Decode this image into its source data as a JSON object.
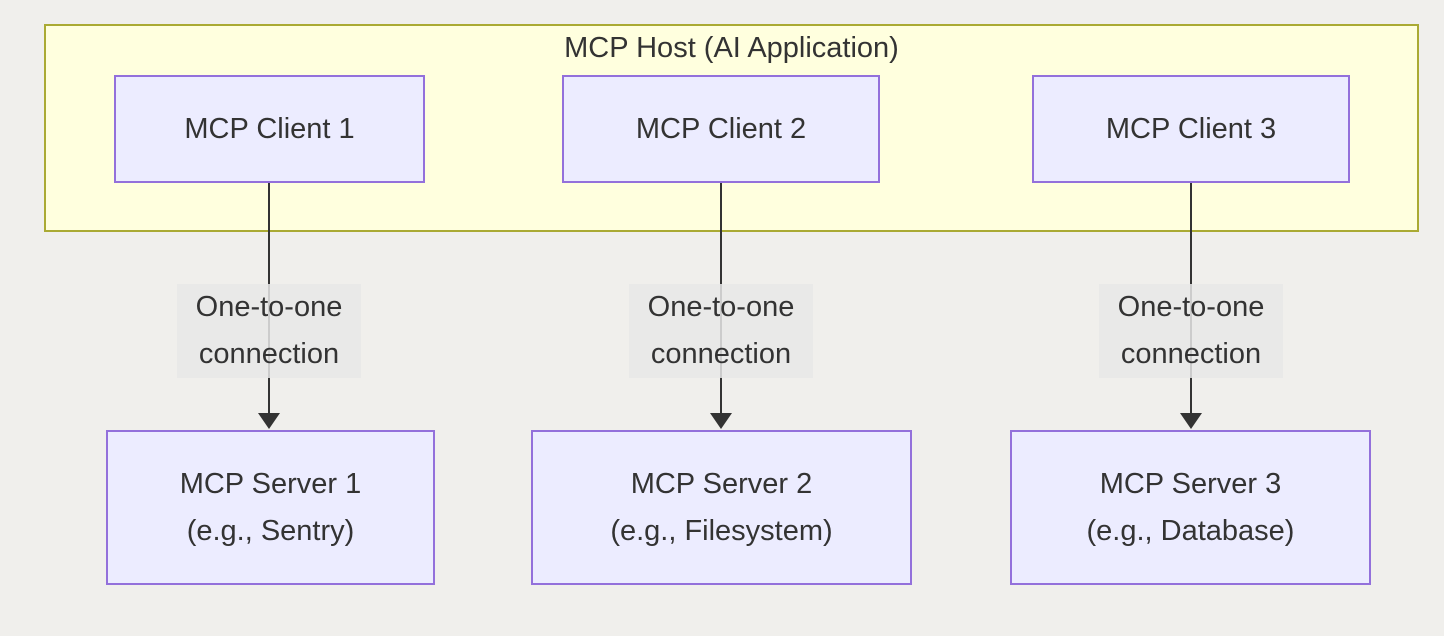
{
  "diagram": {
    "title": "MCP Host (AI Application)",
    "host": {
      "label": "MCP Host (AI Application)",
      "fill": "#ffffde",
      "border": "#aaaa33"
    },
    "clients": [
      {
        "label": "MCP Client 1"
      },
      {
        "label": "MCP Client 2"
      },
      {
        "label": "MCP Client 3"
      }
    ],
    "connections": [
      {
        "line1": "One-to-one",
        "line2": "connection",
        "from": "MCP Client 1",
        "to": "MCP Server 1"
      },
      {
        "line1": "One-to-one",
        "line2": "connection",
        "from": "MCP Client 2",
        "to": "MCP Server 2"
      },
      {
        "line1": "One-to-one",
        "line2": "connection",
        "from": "MCP Client 3",
        "to": "MCP Server 3"
      }
    ],
    "servers": [
      {
        "line1": "MCP Server 1",
        "line2": "(e.g., Sentry)"
      },
      {
        "line1": "MCP Server 2",
        "line2": "(e.g., Filesystem)"
      },
      {
        "line1": "MCP Server 3",
        "line2": "(e.g., Database)"
      }
    ],
    "colors": {
      "canvas_bg": "#f0efec",
      "host_fill": "#ffffde",
      "host_border": "#aaaa33",
      "node_fill": "#ECECFF",
      "node_border": "#9370DB",
      "edge_label_bg": "#e8e8e8",
      "line_color": "#333333",
      "text_color": "#333333"
    }
  }
}
